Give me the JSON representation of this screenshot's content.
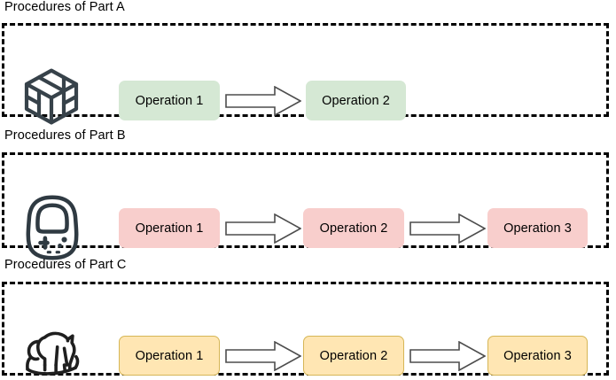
{
  "diagram": {
    "title_style": "flowchart",
    "sections": [
      {
        "id": "a",
        "label": "Procedures of Part A",
        "icon": "cube-icon",
        "icon_color": "#37424a",
        "box_fill": "#d5e8d4",
        "box_border": "none",
        "operations": [
          {
            "label": "Operation 1"
          },
          {
            "label": "Operation 2"
          }
        ],
        "arrows": 1
      },
      {
        "id": "b",
        "label": "Procedures of Part B",
        "icon": "handheld-console-icon",
        "icon_color": "#2f3a42",
        "box_fill": "#f8cecc",
        "box_border": "none",
        "operations": [
          {
            "label": "Operation 1"
          },
          {
            "label": "Operation 2"
          },
          {
            "label": "Operation 3"
          }
        ],
        "arrows": 2
      },
      {
        "id": "c",
        "label": "Procedures of Part C",
        "icon": "rocking-horse-icon",
        "icon_color": "#1f1f1f",
        "box_fill": "#ffe6b3",
        "box_border": "#d6b656",
        "operations": [
          {
            "label": "Operation 1"
          },
          {
            "label": "Operation 2"
          },
          {
            "label": "Operation 3"
          }
        ],
        "arrows": 2
      }
    ],
    "colors": {
      "container_border": "#000000",
      "arrow_stroke": "#4d4d4d",
      "arrow_fill": "#ffffff",
      "text": "#000000",
      "background": "#ffffff"
    }
  }
}
